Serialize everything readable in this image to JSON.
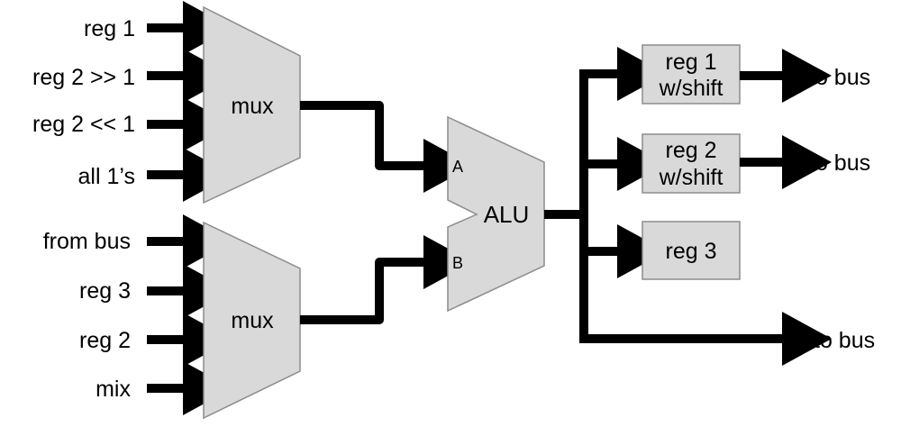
{
  "colors": {
    "block_fill": "#d9d9d9",
    "block_stroke": "#8c8c8c",
    "wire": "#000000",
    "background": "#ffffff"
  },
  "mux_top": {
    "label": "mux",
    "inputs": [
      "reg 1",
      "reg 2 >> 1",
      "reg 2 << 1",
      "all 1’s"
    ]
  },
  "mux_bottom": {
    "label": "mux",
    "inputs": [
      "from bus",
      "reg 3",
      "reg 2",
      "mix"
    ]
  },
  "alu": {
    "label": "ALU",
    "port_a": "A",
    "port_b": "B"
  },
  "registers": [
    {
      "line1": "reg 1",
      "line2": "w/shift"
    },
    {
      "line1": "reg 2",
      "line2": "w/shift"
    },
    {
      "line1": "reg 3"
    }
  ],
  "outputs": [
    "to bus",
    "to bus",
    "to bus"
  ]
}
